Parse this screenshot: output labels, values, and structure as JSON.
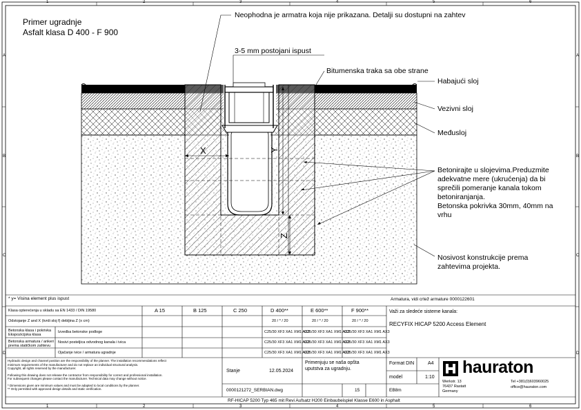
{
  "frame": {
    "cols": [
      "1",
      "2",
      "3",
      "4",
      "5",
      "6"
    ],
    "rows": [
      "A",
      "B",
      "C",
      "D"
    ]
  },
  "drawing": {
    "title_line1": "Primer ugradnje",
    "title_line2": "Asfalt klasa D 400 - F 900",
    "note_reinforcement": "Neophodna je armatra koja nije prikazana. Detalji su dostupni na zahtev",
    "note_gap": "3-5 mm postojani ispust",
    "note_bitumen": "Bitumenska traka sa obe strane",
    "layer_wearing": "Habajući sloj",
    "layer_binder": "Vezivni sloj",
    "layer_intermediate": "Međusloj",
    "note_concrete": [
      "Betonirajte u slojevima.Preduzmite",
      "adekvatne mere (ukrućenja) da bi",
      "sprečili pomeranje kanala tokom",
      "betoniranjanja.",
      "Betonska pokrivka 30mm, 40mm na",
      "vrhu"
    ],
    "note_base": [
      "Nosivost konstrukcije prema",
      "zahtevima projekta."
    ],
    "dim_x": "X",
    "dim_y": "Y",
    "dim_z": "Z"
  },
  "footer": {
    "y_note": "* y= Visina element plus ispust",
    "armature_note": "Armatura, vidi crtež armature 0000122601",
    "load_class_label": "Klasa opterećenja u skladu sa EN 1433 / DIN 19580",
    "distance_label": "Odstojanje Z and X (tvrdi sloj f) debljina Z (x cm)",
    "concrete_label": "Betonska klasa i pokrivka",
    "concrete_sub_label": "Ekspozicijska klasa",
    "reinforcement_label": "Betonska armatura / ankeri",
    "reinforcement_sub_label": "prema statičkom zahtevu",
    "row_a_label": "Izvedba betonske podloge",
    "row_b_label": "Nosivi posteljica odvodnog kanala i ivica",
    "row_c_label": "Ojačanje ivice / armatura ugradnje",
    "load_classes": [
      "A 15",
      "B 125",
      "C 250",
      "D 400**",
      "E 600**",
      "F 900**"
    ],
    "z_values": [
      "20 / * / 20",
      "20 / * / 20",
      "20 / * / 20"
    ],
    "concrete_codes": [
      "C25/30 XF3 XA1 XM1 AX3",
      "C25/30 XF3 XA1 XM1 AX3",
      "C25/30 XF3 XA1 XM1 AX3"
    ],
    "valid_for_label": "Važi za sledeće sisteme kanala:",
    "system_name": "RECYFIX HICAP 5200 Access Element",
    "disclaimer": [
      "Hydraulic design and channel position are the responsibility of the planner. The installation recommendations reflect",
      "minimum requirements of the manufacturer and do not replace an individual structural analysis.",
      "Copyright, all rights reserved by the manufacturer."
    ],
    "disclaimer2": [
      "Following this drawing does not release the contractor from responsibility for correct and professional installation.",
      "For subsequent changes please contact the manufacturer. Technical data may change without notice."
    ],
    "disclaimer3": [
      "* Dimensions given are minimum values and must be adapted to local conditions by the planner.",
      "** Only permitted with approved design details and static verification."
    ],
    "stand_label": "Stanje",
    "stand_date": "12.05.2024",
    "checked_note_1": "Primenjuju se naša opšta",
    "checked_note_2": "uputstva za ugradnju.",
    "format_label": "Format DIN",
    "format_value": "A4",
    "scale_label": "model",
    "scale_value": "1:10",
    "file_name": "0000121272_SERBIAN.dwg",
    "sheet_no": "15",
    "sheet_code": "EB8m",
    "brand": "hauraton",
    "address_1": "Werkstr. 13",
    "address_2": "76437 Rastatt",
    "address_3": "Germany",
    "phone": "Tel +381(0)603960025",
    "email": "office@hauraton.com",
    "caption": "RF-HICAP 5200 Typ 465 mit Revi Aufsatz H200 Einbaubeispiel Klasse E600 in Asphalt"
  }
}
